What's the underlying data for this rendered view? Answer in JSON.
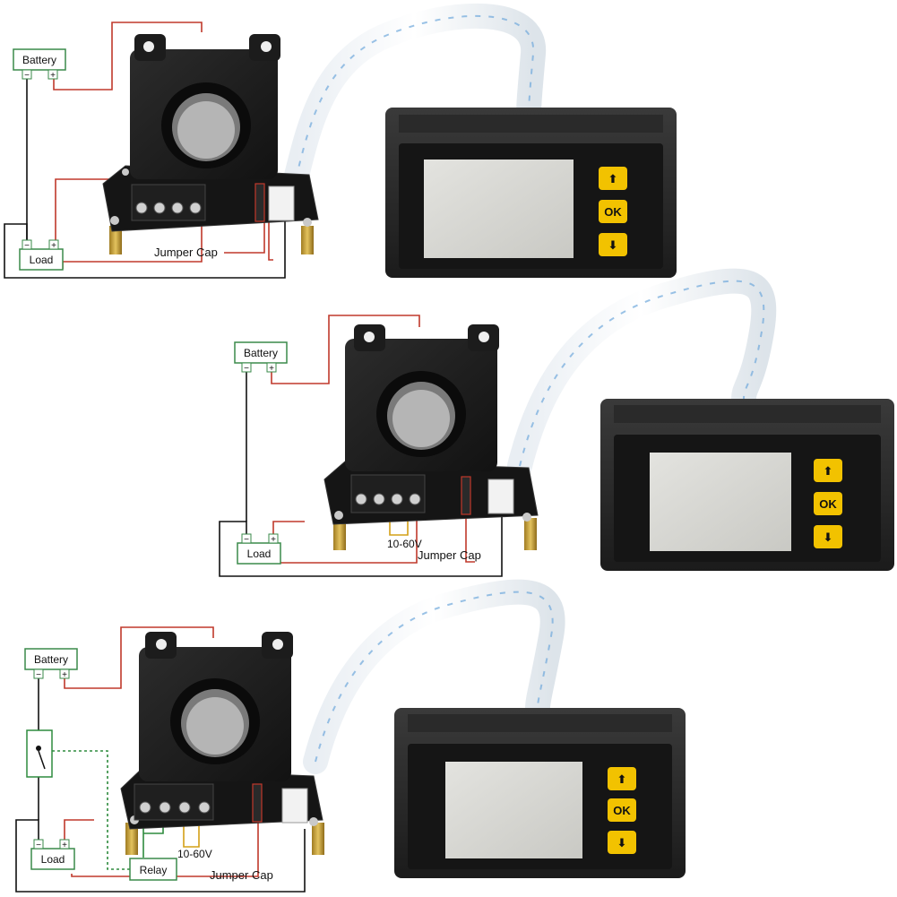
{
  "colors": {
    "wire_red": "#c0392b",
    "wire_black": "#111111",
    "wire_green": "#2e8b3e",
    "wire_yellow": "#d4a017",
    "box_green": "#3a8a4a",
    "button_yellow": "#f2c200",
    "screen_yellow": "#e8e8c8"
  },
  "diagrams": [
    {
      "battery": "Battery",
      "load": "Load",
      "minus": "−",
      "plus": "+",
      "jumper_cap": "Jumper Cap",
      "buttons": {
        "up": "⬆",
        "ok": "OK",
        "down": "⬇"
      }
    },
    {
      "battery": "Battery",
      "load": "Load",
      "minus": "−",
      "plus": "+",
      "voltage": "10-60V",
      "jumper_cap": "Jumper Cap",
      "buttons": {
        "up": "⬆",
        "ok": "OK",
        "down": "⬇"
      }
    },
    {
      "battery": "Battery",
      "load": "Load",
      "minus": "−",
      "plus": "+",
      "relay": "Relay",
      "voltage": "10-60V",
      "jumper_cap": "Jumper Cap",
      "buttons": {
        "up": "⬆",
        "ok": "OK",
        "down": "⬇"
      }
    }
  ]
}
